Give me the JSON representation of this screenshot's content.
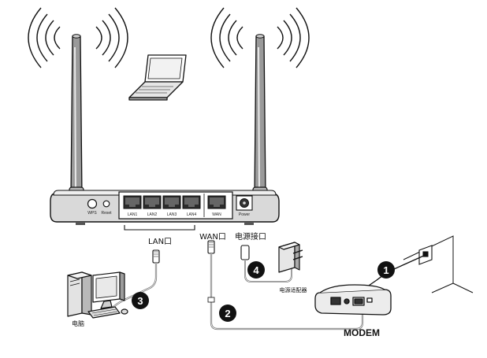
{
  "router": {
    "ports": {
      "wps": "WPS",
      "reset": "Reset",
      "lan1": "LAN1",
      "lan2": "LAN2",
      "lan3": "LAN3",
      "lan4": "LAN4",
      "wan": "WAN",
      "power": "Power"
    }
  },
  "labels": {
    "lan_port": "LAN口",
    "wan_port": "WAN口",
    "power_port": "电源接口",
    "power_adapter": "电源适配器",
    "computer": "电脑",
    "modem": "MODEM"
  },
  "steps": [
    "1",
    "2",
    "3",
    "4"
  ],
  "colors": {
    "line": "#111111",
    "cable": "#6b6b6b",
    "badge": "#111111",
    "badge_text": "#ffffff"
  },
  "icons": [
    "wifi-signal-icon",
    "laptop-icon",
    "desktop-computer-icon",
    "power-adapter-icon",
    "wall-socket-icon",
    "modem-icon"
  ]
}
